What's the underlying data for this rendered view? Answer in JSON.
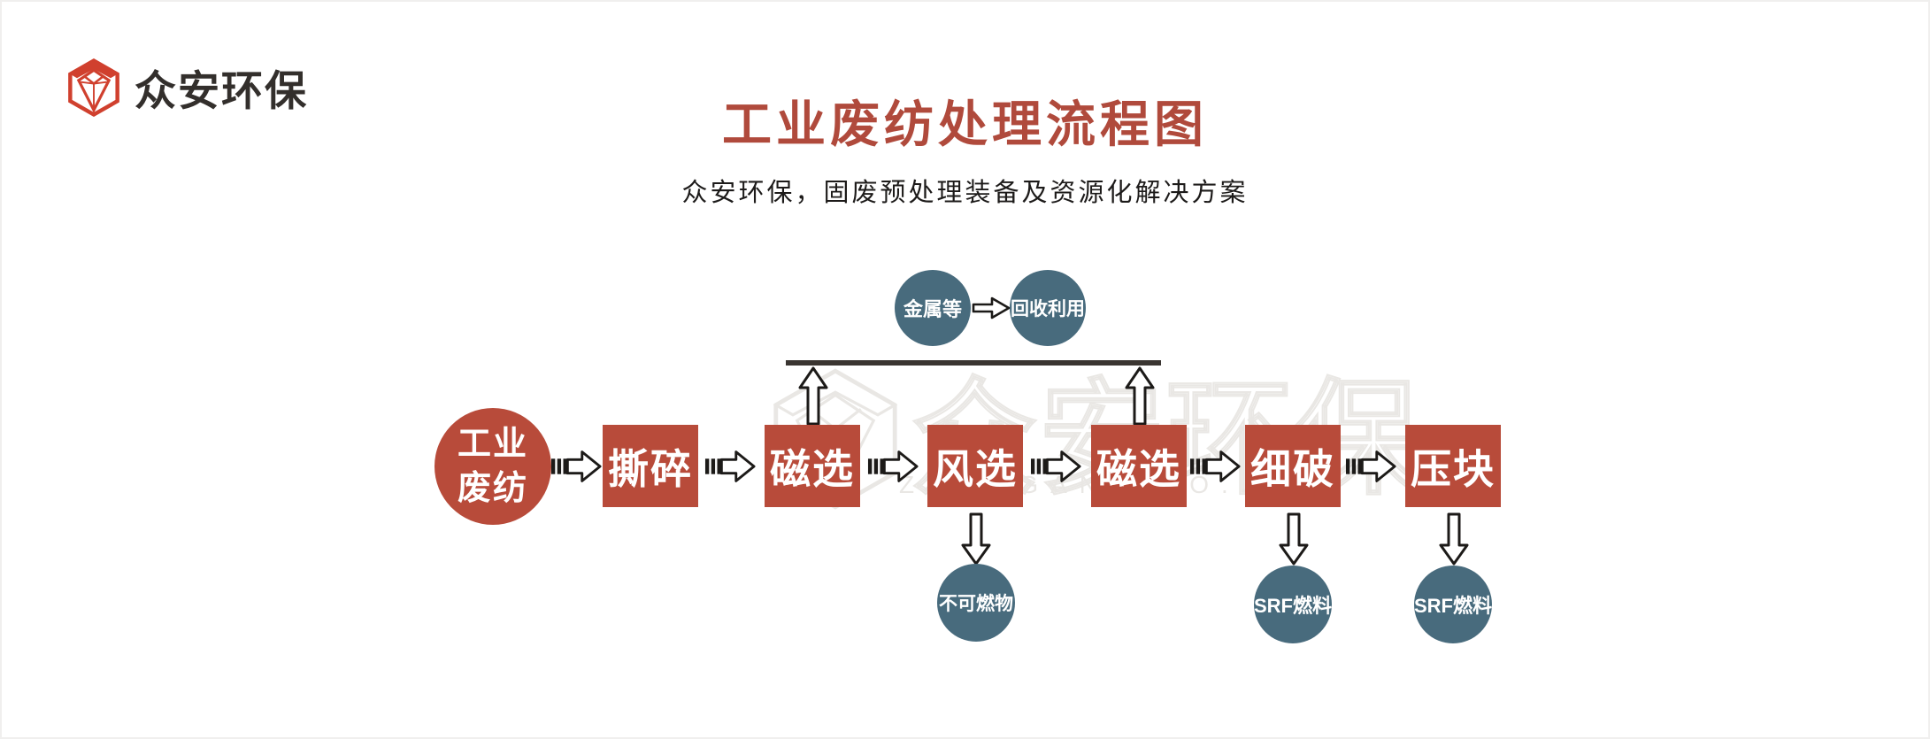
{
  "colors": {
    "accent_red": "#b84b3a",
    "title_red": "#b04a3c",
    "node_teal": "#486b7d",
    "ink_dark": "#332f2c",
    "logo_red": "#d0402e",
    "watermark_gray": "#e9e7e4"
  },
  "logo": {
    "text": "众安环保",
    "icon": "zhongan-gem-icon"
  },
  "header": {
    "title": "工业废纺处理流程图",
    "subtitle": "众安环保，固废预处理装备及资源化解决方案"
  },
  "watermark": {
    "text": "众安环保",
    "subtext": "ZHONGAN-ECO."
  },
  "flow": {
    "source": {
      "shape": "circle",
      "line1": "工业",
      "line2": "废纺"
    },
    "steps": [
      {
        "label": "撕碎"
      },
      {
        "label": "磁选"
      },
      {
        "label": "风选"
      },
      {
        "label": "磁选"
      },
      {
        "label": "细破"
      },
      {
        "label": "压块"
      }
    ],
    "top_branch": {
      "from_steps": [
        "磁选",
        "磁选"
      ],
      "nodes": [
        {
          "label": "金属等"
        },
        {
          "label": "回收利用"
        }
      ]
    },
    "outputs": [
      {
        "from": "风选",
        "label": "不可燃物"
      },
      {
        "from": "细破",
        "label": "SRF燃料"
      },
      {
        "from": "压块",
        "label": "SRF燃料"
      }
    ]
  }
}
